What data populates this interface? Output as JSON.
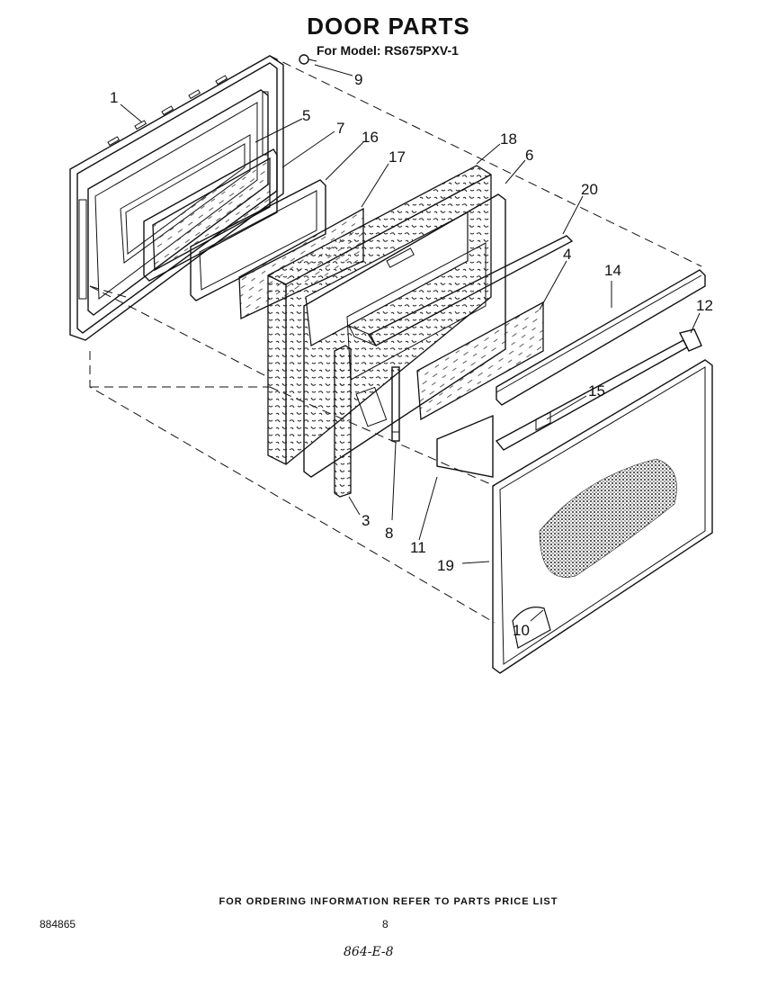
{
  "header": {
    "title": "DOOR PARTS",
    "subtitle": "For Model: RS675PXV-1"
  },
  "callouts": [
    "1",
    "5",
    "7",
    "16",
    "17",
    "18",
    "6",
    "20",
    "9",
    "4",
    "14",
    "12",
    "15",
    "3",
    "8",
    "11",
    "19",
    "10"
  ],
  "footer": {
    "note": "FOR ORDERING INFORMATION REFER TO PARTS PRICE LIST",
    "doc_number": "884865",
    "page_number": "8",
    "handwritten": "864-E-8"
  }
}
